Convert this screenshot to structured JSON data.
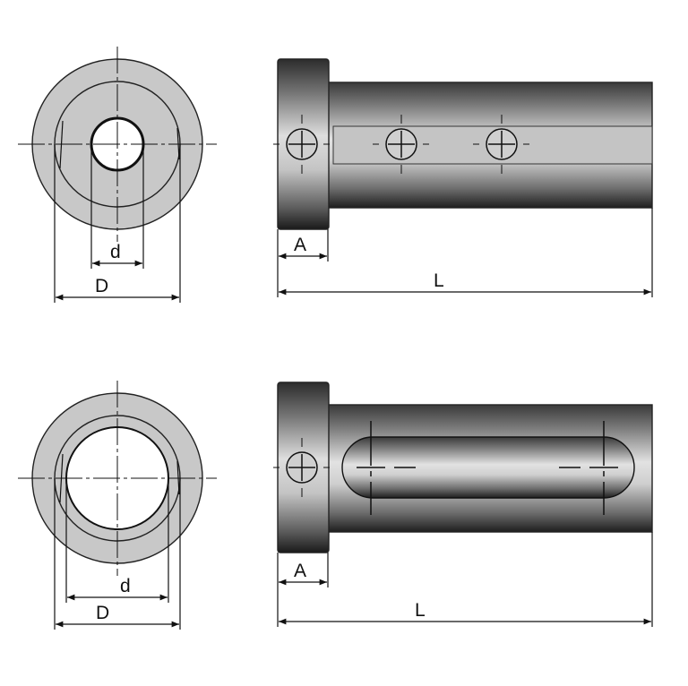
{
  "colors": {
    "face_fill": "#c8c8c8",
    "bore_fill": "#ffffff",
    "line": "#111111",
    "body_dark": "#2a2a2a",
    "body_mid": "#8a8a8a",
    "body_light": "#e6e6e6",
    "slot_fill": "#bdbdbd"
  },
  "views": {
    "top": {
      "end_view": {
        "label_small_diameter": "d",
        "label_large_diameter": "D"
      },
      "side_view": {
        "label_collar": "A",
        "label_length": "L"
      }
    },
    "bottom": {
      "end_view": {
        "label_small_diameter": "d",
        "label_large_diameter": "D"
      },
      "side_view": {
        "label_collar": "A",
        "label_length": "L"
      }
    }
  }
}
